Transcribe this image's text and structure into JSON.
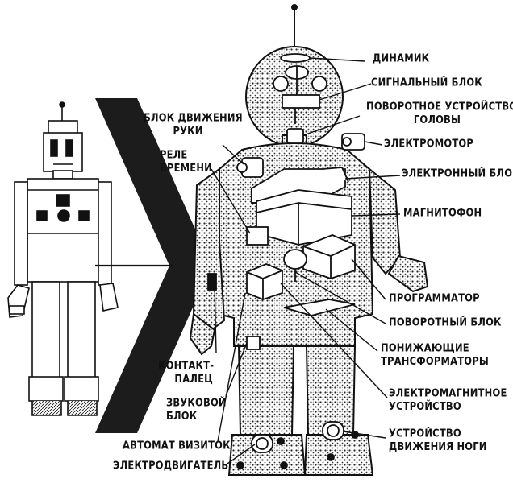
{
  "labels": {
    "dinamik": "ДИНАМИК",
    "signal_block": "СИГНАЛЬНЫЙ БЛОК",
    "head_rotation_1": "ПОВОРОТНОЕ УСТРОЙСТВО",
    "head_rotation_2": "ГОЛОВЫ",
    "electromotor": "ЭЛЕКТРОМОТОР",
    "electronic_block": "ЭЛЕКТРОННЫЙ БЛОК",
    "tape_recorder": "МАГНИТОФОН",
    "programmer": "ПРОГРАММАТОР",
    "rotary_block": "ПОВОРОТНЫЙ БЛОК",
    "transformers_1": "ПОНИЖАЮЩИЕ",
    "transformers_2": "ТРАНСФОРМАТОРЫ",
    "electromagnetic_1": "ЭЛЕКТРОМАГНИТНОЕ",
    "electromagnetic_2": "УСТРОЙСТВО",
    "leg_motion_1": "УСТРОЙСТВО",
    "leg_motion_2": "ДВИЖЕНИЯ НОГИ",
    "arm_motion_1": "БЛОК ДВИЖЕНИЯ",
    "arm_motion_2": "РУКИ",
    "time_relay_1": "РЕЛЕ",
    "time_relay_2": "ВРЕМЕНИ",
    "contact_finger_1": "КОНТАКТ-",
    "contact_finger_2": "ПАЛЕЦ",
    "sound_block_1": "ЗВУКОВОЙ",
    "sound_block_2": "БЛОК",
    "card_machine": "АВТОМАТ ВИЗИТОК",
    "electric_motor": "ЭЛЕКТРОДВИГАТЕЛЬ"
  }
}
